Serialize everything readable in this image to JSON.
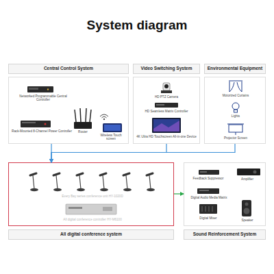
{
  "diagram": {
    "title": "System diagram",
    "nodes": [
      {
        "text": [
          "Central Control System"
        ]
      },
      {
        "text": [
          "Video Switching System"
        ]
      },
      {
        "text": [
          "Environmental Equipment"
        ]
      },
      {
        "text": [
          "All digital conference system"
        ]
      },
      {
        "text": [
          "Sound Reinforcement System"
        ]
      }
    ],
    "edges": [
      {
        "from": 0,
        "to": 3,
        "arrow": "to"
      },
      {
        "from": 1,
        "to": 3,
        "arrow": "to"
      },
      {
        "from": 2,
        "to": 3,
        "arrow": "to"
      },
      {
        "from": 3,
        "to": 4,
        "arrow": "to"
      }
    ],
    "labels": [
      "Networked Programmable Central Controller",
      "Router",
      "Wireless Touch screen",
      "Rack-Mounted 8-Channel Power Controller",
      "HD PTZ Camera",
      "HD Seamless Matrix Controller",
      "4K Ultra HD Touchscreen All-in-one Device",
      "Motorized Curtains",
      "Lights",
      "Projector Screen",
      "Every Bay series conference unit HY-1020D",
      "All digital conference controller HY-M6100",
      "Feedback Suppressor",
      "Amplifier",
      "Digital Audio Media Matrix",
      "Digital Mixer",
      "Speaker"
    ]
  }
}
